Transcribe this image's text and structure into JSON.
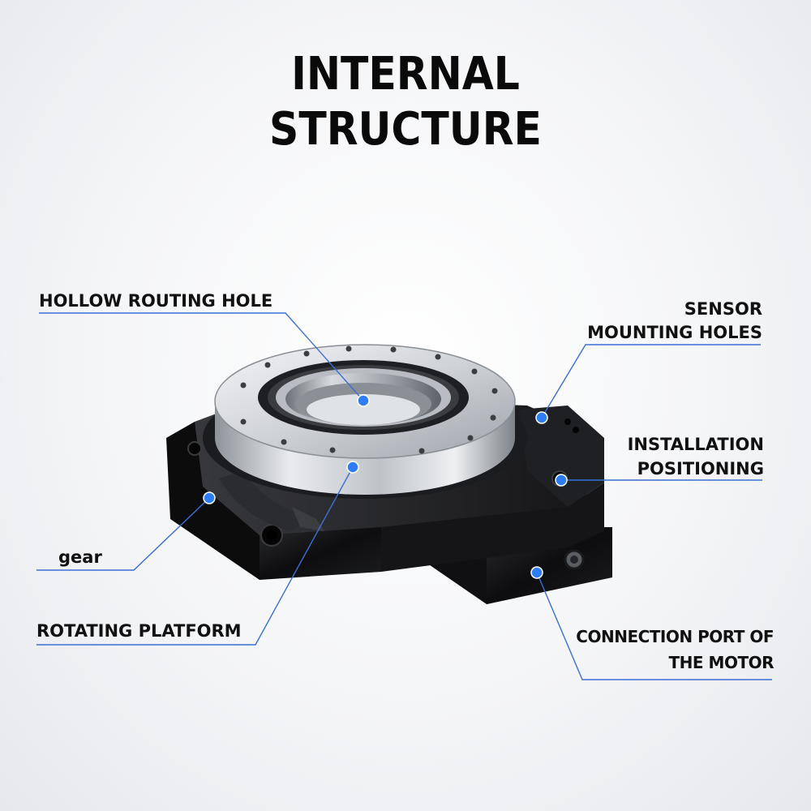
{
  "title": {
    "line1": "INTERNAL",
    "line2": "STRUCTURE"
  },
  "callouts": {
    "hollow_routing_hole": "HOLLOW ROUTING HOLE",
    "sensor_line1": "SENSOR",
    "sensor_line2": "MOUNTING HOLES",
    "installation_line1": "INSTALLATION",
    "installation_line2": "POSITIONING",
    "gear": "gear",
    "rotating_platform": "ROTATING PLATFORM",
    "motor_line1": "CONNECTION PORT OF",
    "motor_line2": "THE MOTOR"
  },
  "colors": {
    "callout_line": "#3b6fd4",
    "callout_dot": "#2f7df6",
    "body": "#0b0b0b",
    "steel": "#c9ccd1"
  }
}
